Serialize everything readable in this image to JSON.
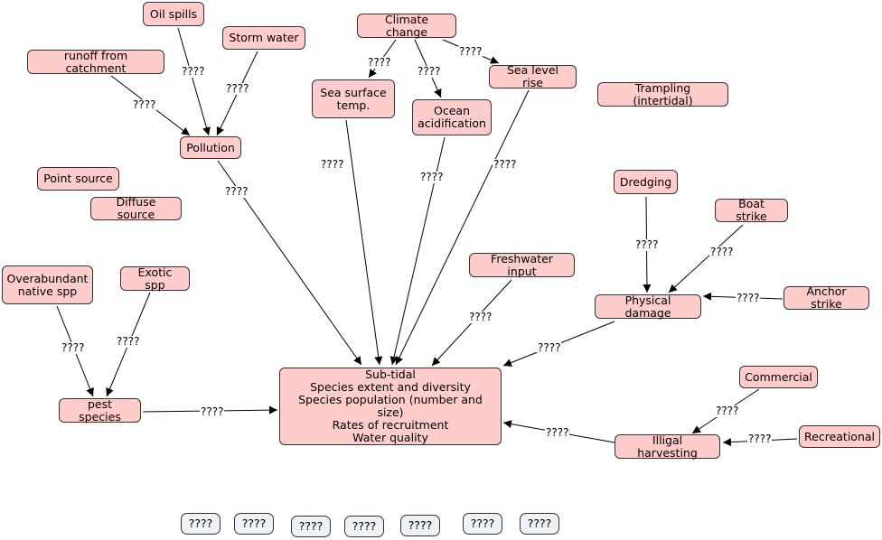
{
  "nodes": {
    "oil_spills": "Oil spills",
    "storm_water": "Storm water",
    "runoff": "runoff from catchment",
    "climate_change": "Climate change",
    "sea_surface": "Sea surface\ntemp.",
    "ocean_acid": "Ocean\nacidification",
    "sea_level": "Sea level rise",
    "trampling": "Trampling (intertidal)",
    "pollution": "Pollution",
    "point_source": "Point source",
    "diffuse_source": "Diffuse source",
    "dredging": "Dredging",
    "boat_strike": "Boat strike",
    "anchor_strike": "Anchor strike",
    "physical_damage": "Physical damage",
    "freshwater": "Freshwater input",
    "overabundant": "Overabundant\nnative spp",
    "exotic": "Exotic spp",
    "pest": "pest species",
    "commercial": "Commercial",
    "recreational": "Recreational",
    "illegal": "Illigal harvesting",
    "subtidal": "Sub-tidal\nSpecies extent and diversity\nSpecies population (number and size)\nRates of recruitment\nWater quality"
  },
  "link_label": "????",
  "blank_nodes": [
    "????",
    "????",
    "????",
    "????",
    "????",
    "????",
    "????"
  ]
}
